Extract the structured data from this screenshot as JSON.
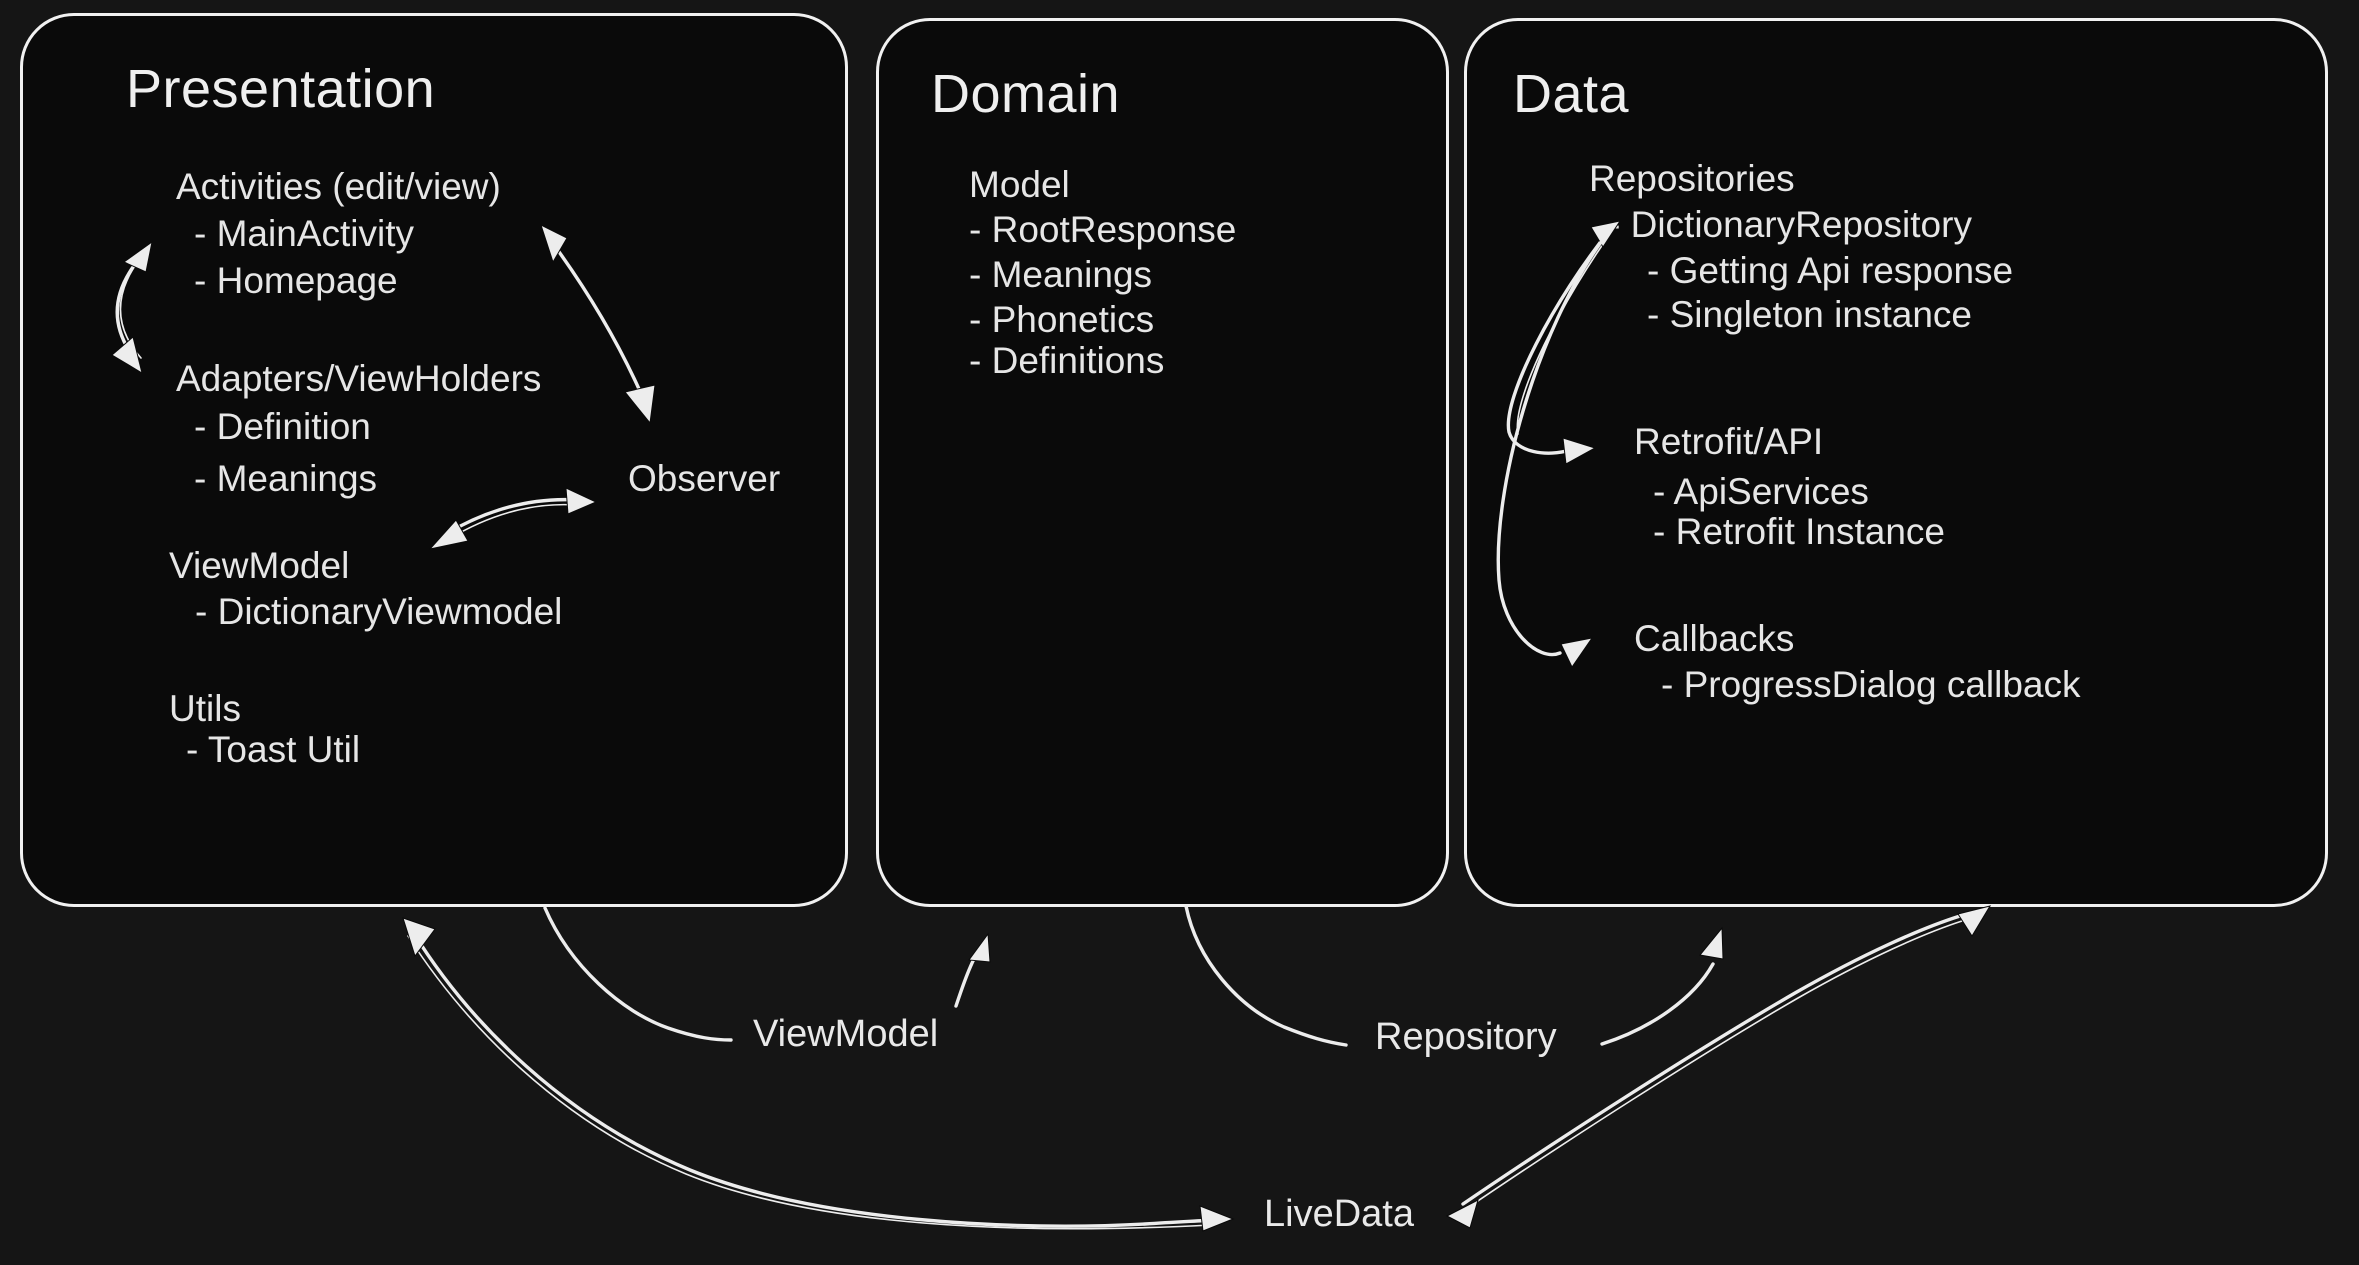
{
  "colors": {
    "canvas_bg": "#151515",
    "box_fill": "#0a0a0a",
    "stroke": "#f1f1f1",
    "text": "#e9e9e9"
  },
  "boxes": {
    "presentation": {
      "title": "Presentation",
      "items": {
        "activities": "Activities (edit/view)",
        "main_activity": "- MainActivity",
        "homepage": "- Homepage",
        "adapters": "Adapters/ViewHolders",
        "definition": "- Definition",
        "meanings": "- Meanings",
        "observer": "Observer",
        "viewmodel": "ViewModel",
        "dictionary_viewmodel": "- DictionaryViewmodel",
        "utils": "Utils",
        "toast_util": "- Toast Util"
      }
    },
    "domain": {
      "title": "Domain",
      "items": {
        "model": "Model",
        "root_response": "- RootResponse",
        "meanings": "- Meanings",
        "phonetics": "- Phonetics",
        "definitions": "- Definitions"
      }
    },
    "data": {
      "title": "Data",
      "items": {
        "repositories": "Repositories",
        "dictionary_repository": "- DictionaryRepository",
        "getting_api_response": "- Getting Api response",
        "singleton_instance": "- Singleton instance",
        "retrofit_api": "Retrofit/API",
        "api_services": "- ApiServices",
        "retrofit_instance": "- Retrofit Instance",
        "callbacks": "Callbacks",
        "progressdialog_callback": "- ProgressDialog callback"
      }
    }
  },
  "labels": {
    "viewmodel": "ViewModel",
    "repository": "Repository",
    "livedata": "LiveData"
  },
  "connections": [
    {
      "from": "Activities (edit/view)",
      "to": "Adapters/ViewHolders",
      "style": "double-headed-arrow"
    },
    {
      "from": "Activities (edit/view)",
      "to": "Observer",
      "style": "double-headed-arrow"
    },
    {
      "from": "ViewModel",
      "to": "Observer",
      "style": "double-headed-arrow"
    },
    {
      "from": "Retrofit/API",
      "to": "DictionaryRepository",
      "style": "double-headed-arrow"
    },
    {
      "from": "DictionaryRepository",
      "to": "Callbacks",
      "style": "arrow"
    },
    {
      "from": "Presentation",
      "to": "ViewModel label",
      "style": "line"
    },
    {
      "from": "ViewModel label",
      "to": "Domain",
      "style": "arrow"
    },
    {
      "from": "Domain",
      "to": "Repository label",
      "style": "line"
    },
    {
      "from": "Repository label",
      "to": "Data",
      "style": "arrow"
    },
    {
      "from": "Presentation",
      "to": "LiveData",
      "style": "double-headed-arrow"
    },
    {
      "from": "LiveData",
      "to": "Data",
      "style": "double-headed-arrow"
    }
  ]
}
